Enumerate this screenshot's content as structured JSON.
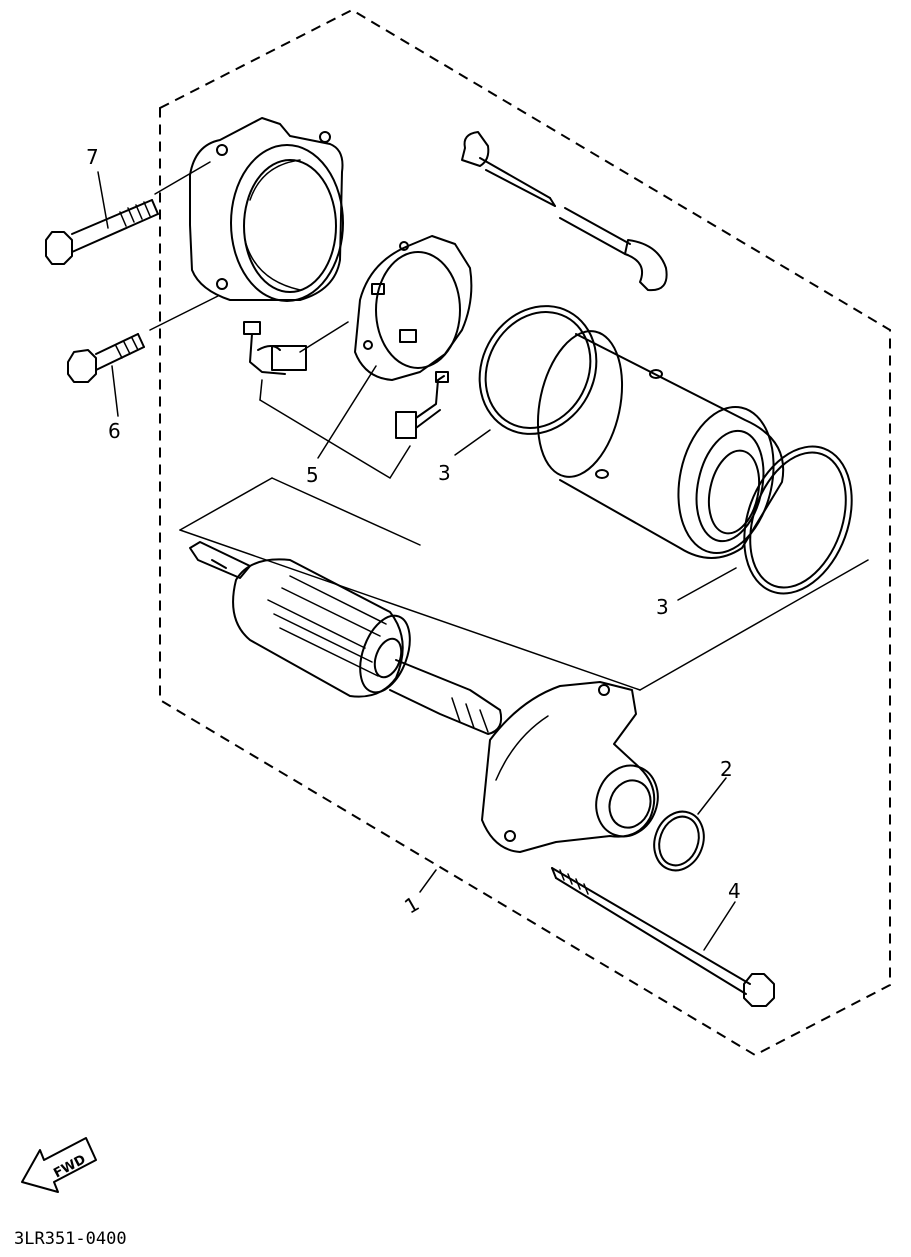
{
  "figure_code": "3LR351-0400",
  "direction_label": "FWD",
  "callouts": {
    "c1": "1",
    "c2": "2",
    "c3a": "3",
    "c3b": "3",
    "c4": "4",
    "c5": "5",
    "c6": "6",
    "c7": "7"
  }
}
